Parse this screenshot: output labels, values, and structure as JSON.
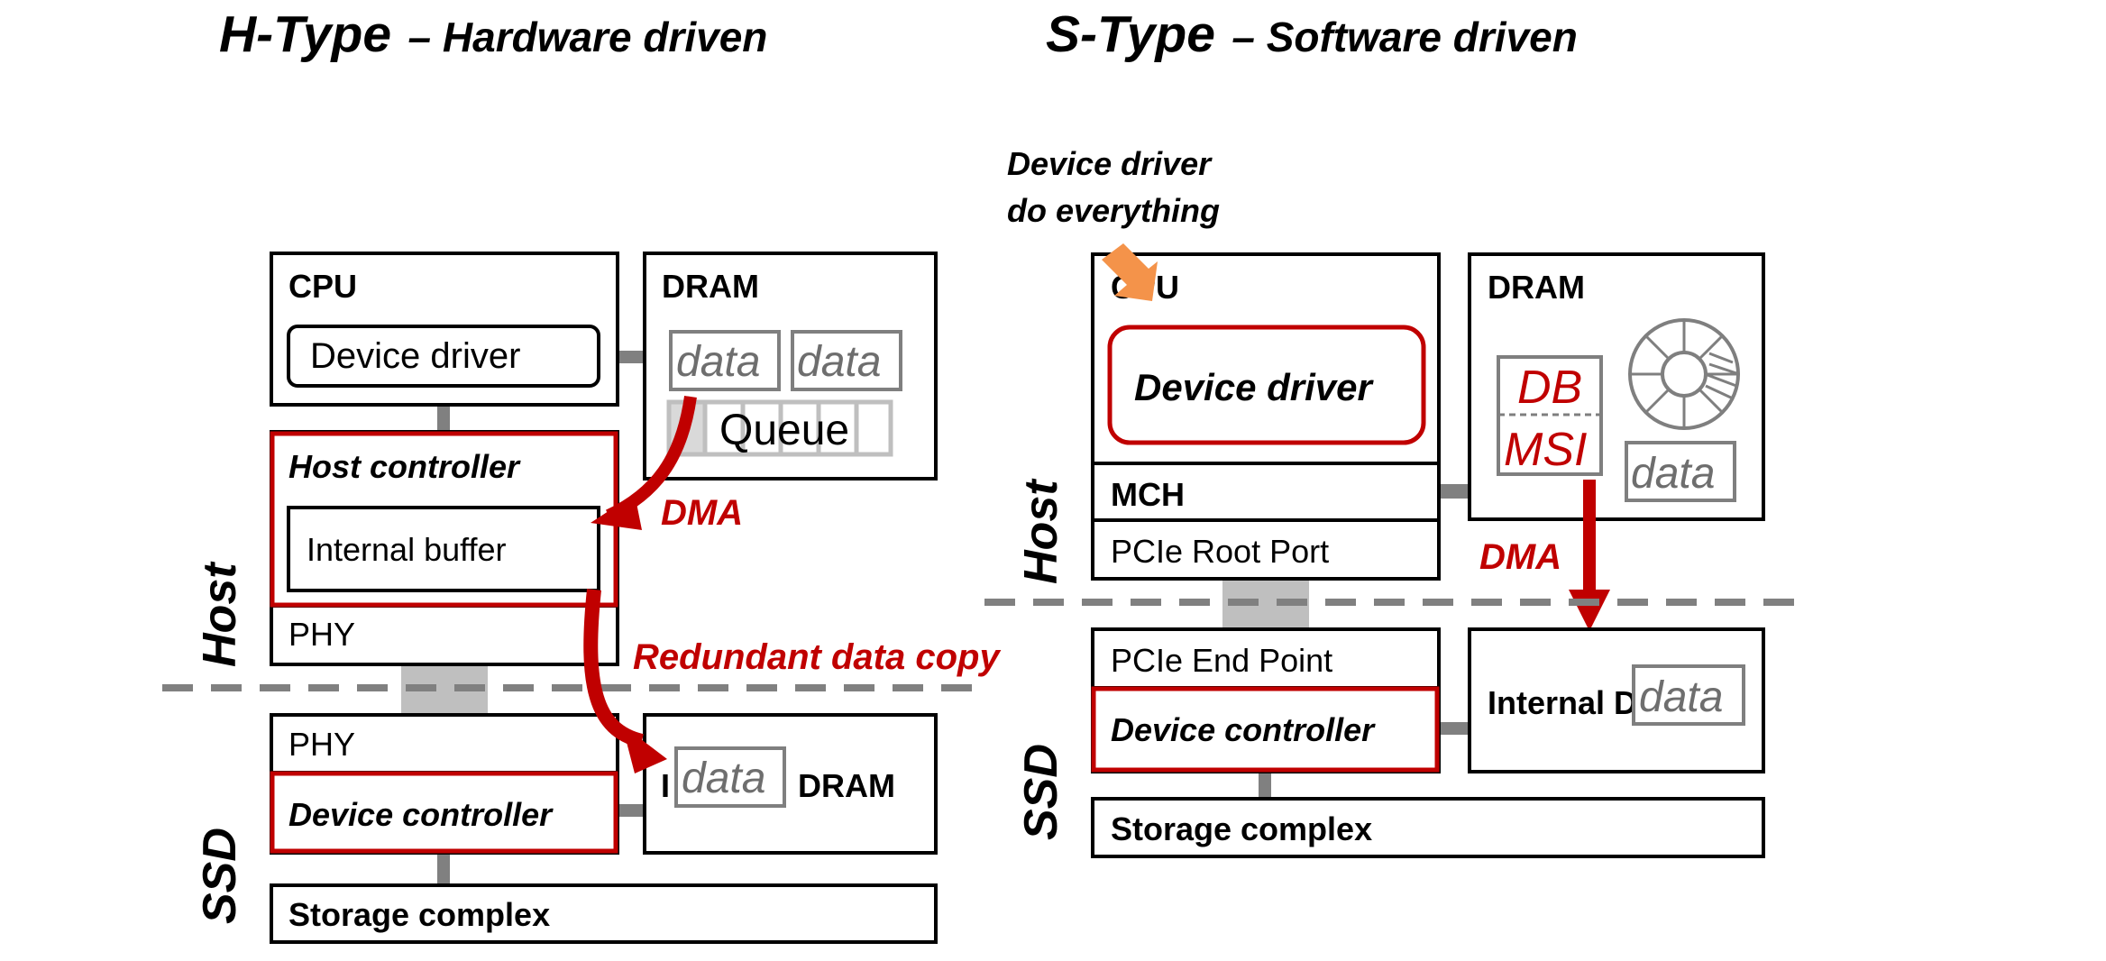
{
  "left": {
    "title": "H-Type",
    "subtitle": "– Hardware driven",
    "cpu_label": "CPU",
    "device_driver": "Device driver",
    "dram_label": "DRAM",
    "data_1": "data",
    "data_2": "data",
    "queue": "Queue",
    "host_controller": "Host controller",
    "internal_buffer": "Internal buffer",
    "dma": "DMA",
    "phy_host": "PHY",
    "redundant": "Redundant data copy",
    "phy_ssd": "PHY",
    "device_controller": "Device controller",
    "ssd_dram_prefix": "I",
    "ssd_data": "data",
    "ssd_dram": "DRAM",
    "storage_complex": "Storage complex",
    "host_side": "Host",
    "ssd_side": "SSD"
  },
  "right": {
    "title": "S-Type",
    "subtitle": "– Software driven",
    "note_line1": "Device driver",
    "note_line2": "do everything",
    "cpu_label": "CPU",
    "device_driver": "Device driver",
    "dram_label": "DRAM",
    "db": "DB",
    "msi": "MSI",
    "data": "data",
    "mch": "MCH",
    "root_port": "PCIe Root Port",
    "dma": "DMA",
    "end_point": "PCIe End Point",
    "device_controller": "Device controller",
    "internal_label": "Internal D",
    "internal_data": "data",
    "storage_complex": "Storage complex",
    "host_side": "Host",
    "ssd_side": "SSD"
  },
  "colors": {
    "accent_red": "#c00000",
    "connector_gray": "#808080",
    "pointer_orange": "#f4934a"
  }
}
